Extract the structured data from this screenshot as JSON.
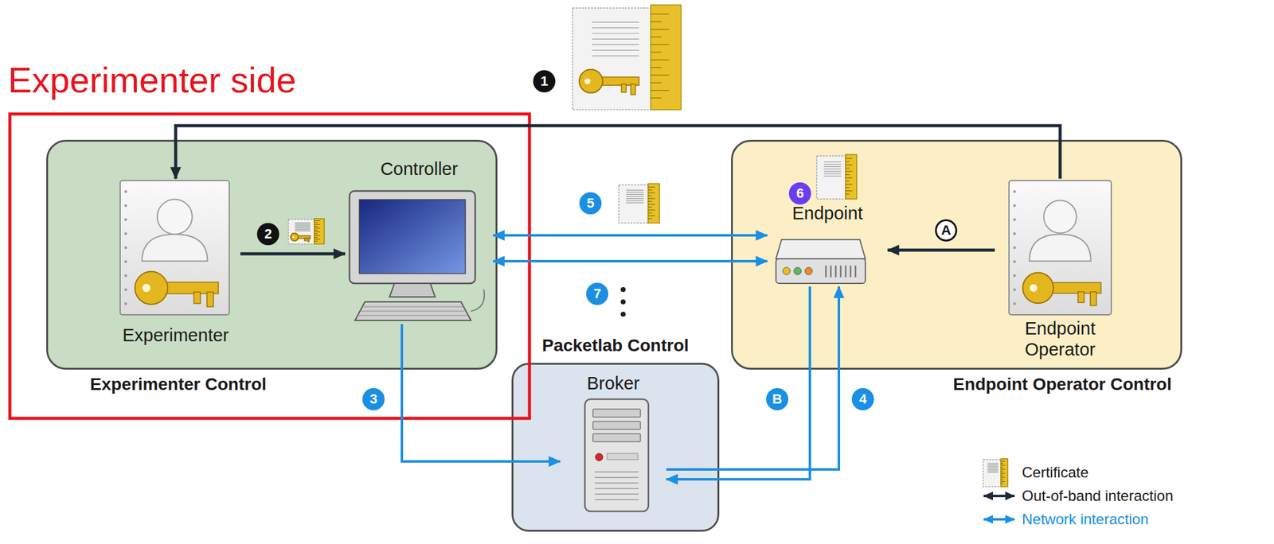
{
  "diagram": {
    "nodes": [
      {
        "text": [
          "Experimenter Control"
        ]
      },
      {
        "text": [
          "Experimenter"
        ],
        "in": 0
      },
      {
        "text": [
          "Controller"
        ],
        "in": 0
      },
      {
        "text": [
          "Packetlab Control"
        ]
      },
      {
        "text": [
          "Broker"
        ],
        "in": 3
      },
      {
        "text": [
          "Endpoint Operator Control"
        ]
      },
      {
        "text": [
          "Endpoint"
        ],
        "in": 5
      },
      {
        "text": [
          "Endpoint Operator"
        ],
        "in": 5
      }
    ],
    "edges": [
      {
        "from": 7,
        "to": 1,
        "arrow": "to"
      },
      {
        "from": 1,
        "to": 2,
        "arrow": "to"
      },
      {
        "from": 2,
        "to": 6,
        "arrow": "both"
      },
      {
        "from": 2,
        "to": 6,
        "arrow": "both"
      },
      {
        "from": 2,
        "to": 4,
        "arrow": "to"
      },
      {
        "from": 6,
        "to": 4,
        "arrow": "to"
      },
      {
        "from": 4,
        "to": 6,
        "arrow": "to"
      },
      {
        "from": 7,
        "to": 6,
        "arrow": "to"
      }
    ],
    "labels": [
      "Experimenter side",
      "1",
      "2",
      "3",
      "4",
      "5",
      "6",
      "7",
      "A",
      "B"
    ],
    "legend": [
      {
        "text": "Certificate"
      },
      {
        "text": "Out-of-band interaction"
      },
      {
        "text": "Network interaction"
      }
    ]
  }
}
